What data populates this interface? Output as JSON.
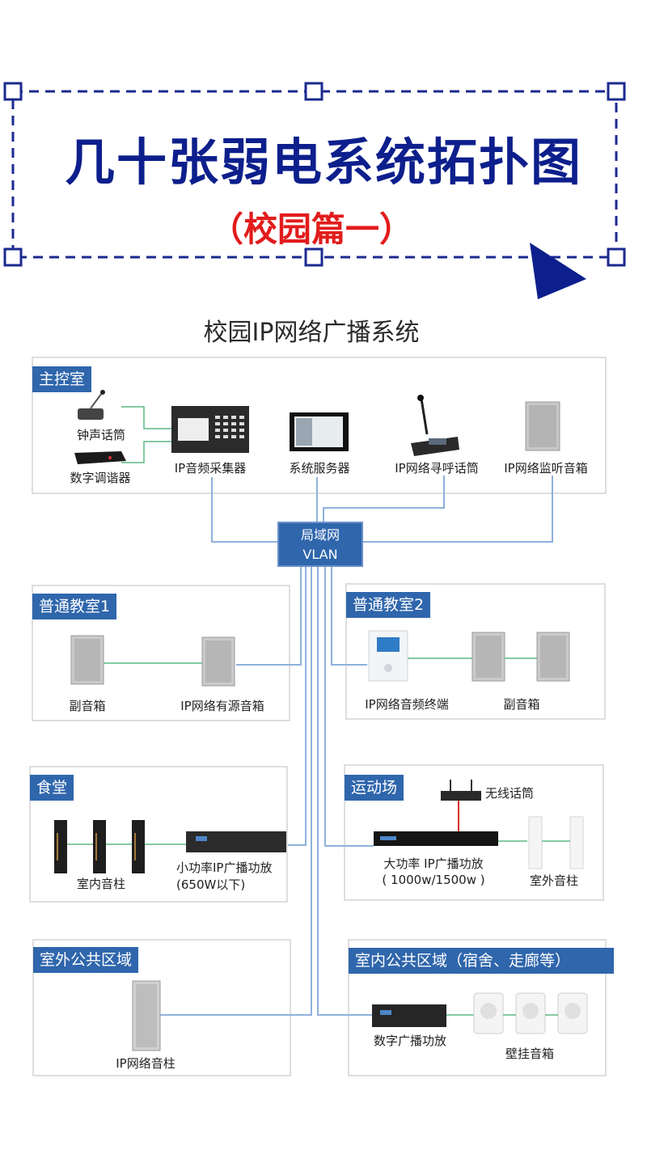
{
  "header": {
    "title": "几十张弱电系统拓扑图",
    "subtitle": "（校园篇一）"
  },
  "system_title": "校园IP网络广播系统",
  "network": {
    "line1": "局域网",
    "line2": "VLAN"
  },
  "colors": {
    "navy": "#0d1f8c",
    "red": "#e21c1c",
    "tag_blue": "#2f66ac",
    "link_blue": "#8fb1dc",
    "link_green": "#5cb882",
    "link_red": "#d9302a"
  },
  "panels": {
    "control_room": {
      "tag": "主控室",
      "devices": {
        "mic": "钟声话筒",
        "tuner": "数字调谐器",
        "collector": "IP音频采集器",
        "server": "系统服务器",
        "paging": "IP网络寻呼话筒",
        "monitor": "IP网络监听音箱"
      }
    },
    "classroom1": {
      "tag": "普通教室1",
      "devices": {
        "sub": "副音箱",
        "active": "IP网络有源音箱"
      }
    },
    "classroom2": {
      "tag": "普通教室2",
      "devices": {
        "terminal": "IP网络音频终端",
        "sub": "副音箱"
      }
    },
    "canteen": {
      "tag": "食堂",
      "devices": {
        "column": "室内音柱",
        "amp_line1": "小功率IP广播功放",
        "amp_line2": "(650W以下)"
      }
    },
    "playground": {
      "tag": "运动场",
      "devices": {
        "wireless": "无线话筒",
        "amp_line1": "大功率 IP广播功放",
        "amp_line2": "( 1000w/1500w )",
        "outdoor": "室外音柱"
      }
    },
    "outdoor_public": {
      "tag": "室外公共区域",
      "devices": {
        "column": "IP网络音柱"
      }
    },
    "indoor_public": {
      "tag": "室内公共区域（宿舍、走廊等）",
      "devices": {
        "amp": "数字广播功放",
        "wall": "壁挂音箱"
      }
    }
  }
}
